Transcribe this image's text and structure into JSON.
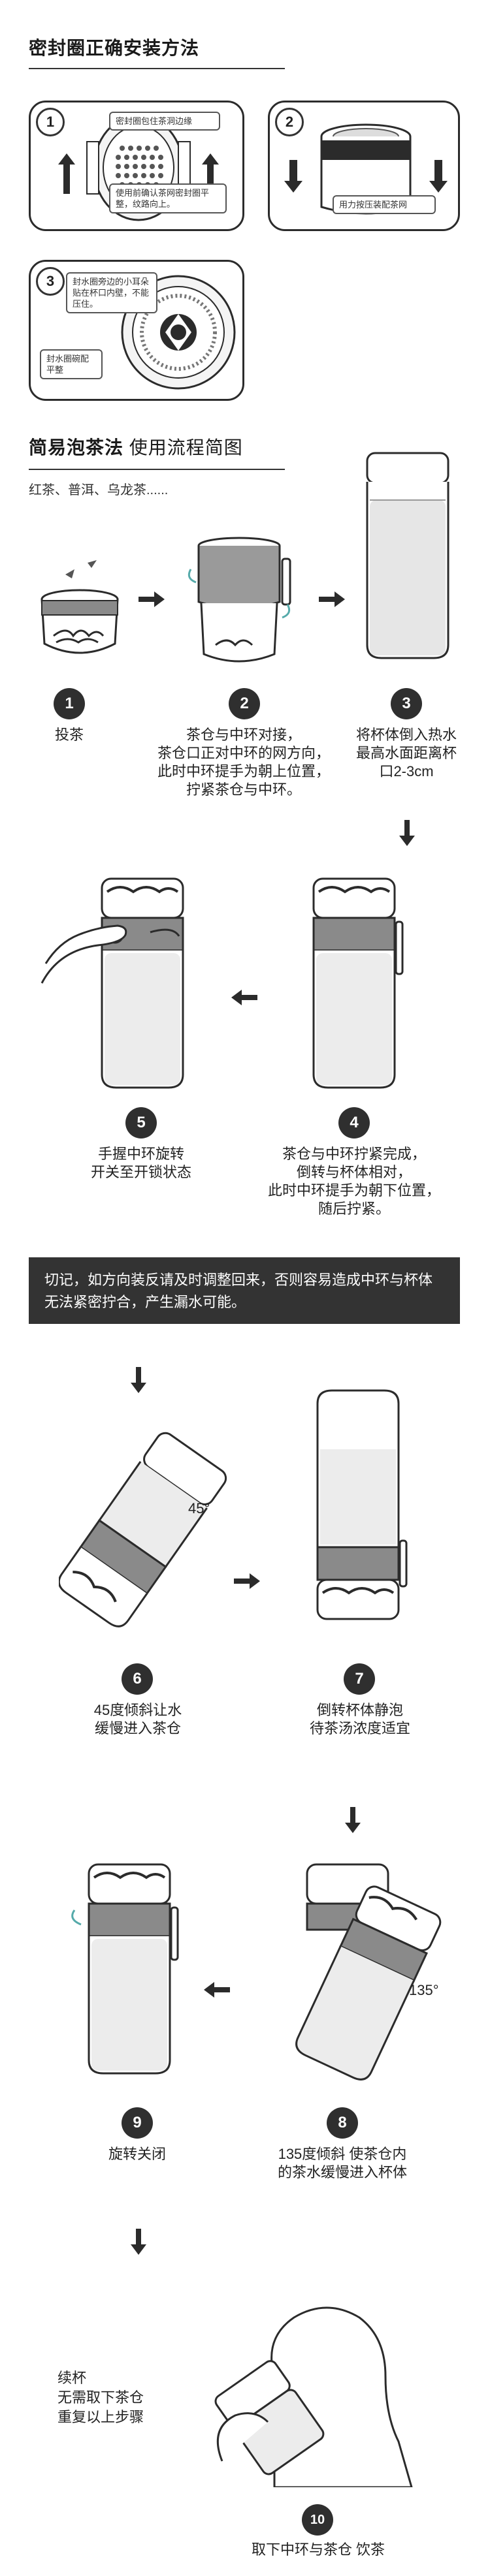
{
  "section1": {
    "title": "密封圈正确安装方法",
    "panel1": {
      "num": "1",
      "tag_top": "密封圈包住茶洞边缘",
      "tag_bottom": "使用前确认茶网密封圈平整，纹路向上。"
    },
    "panel2": {
      "num": "2",
      "tag": "用力按压装配茶网"
    },
    "panel3": {
      "num": "3",
      "tag_right": "封水圈旁边的小耳朵贴在杯口内壁，不能压住。",
      "tag_left": "封水圈碗配平整"
    }
  },
  "section2": {
    "title": "简易泡茶法",
    "subtitle": "使用流程简图",
    "tea_types": "红茶、普洱、乌龙茶......"
  },
  "steps": [
    {
      "num": "1",
      "text": "投茶"
    },
    {
      "num": "2",
      "text": "茶仓与中环对接，\n茶仓口正对中环的网方向，\n此时中环提手为朝上位置，\n拧紧茶仓与中环。"
    },
    {
      "num": "3",
      "text": "将杯体倒入热水\n最高水面距离杯\n口2-3cm"
    },
    {
      "num": "4",
      "text": "茶仓与中环拧紧完成，\n倒转与杯体相对，\n此时中环提手为朝下位置，\n随后拧紧。"
    },
    {
      "num": "5",
      "text": "手握中环旋转\n开关至开锁状态"
    },
    {
      "num": "6",
      "text": "45度倾斜让水\n缓慢进入茶仓"
    },
    {
      "num": "7",
      "text": "倒转杯体静泡\n待茶汤浓度适宜"
    },
    {
      "num": "8",
      "text": "135度倾斜 使茶仓内\n的茶水缓慢进入杯体"
    },
    {
      "num": "9",
      "text": "旋转关闭"
    },
    {
      "num": "10",
      "text": "取下中环与茶仓 饮茶"
    }
  ],
  "warning": "切记，如方向装反请及时调整回来，否则容易造成中环与杯体无法紧密拧合，产生漏水可能。",
  "angles": {
    "a45": "45°",
    "a135": "135°"
  },
  "refill": "续杯\n无需取下茶仓\n重复以上步骤",
  "colors": {
    "ink": "#2b2b2b",
    "band": "#8a8a8a",
    "water": "#e8e8e8",
    "dark": "#333333"
  }
}
